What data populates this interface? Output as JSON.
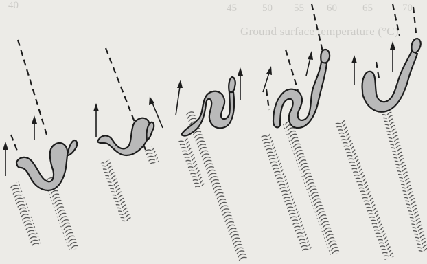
{
  "figure": {
    "description_text": [],
    "stages": [
      {
        "id": 1
      },
      {
        "id": 2
      },
      {
        "id": 3
      },
      {
        "id": 4
      },
      {
        "id": 5
      }
    ]
  },
  "background_text": {
    "axis_numbers": [
      "40",
      "45",
      "50",
      "55",
      "60",
      "65",
      "70"
    ],
    "caption": "Ground surface temperature (°C)"
  }
}
